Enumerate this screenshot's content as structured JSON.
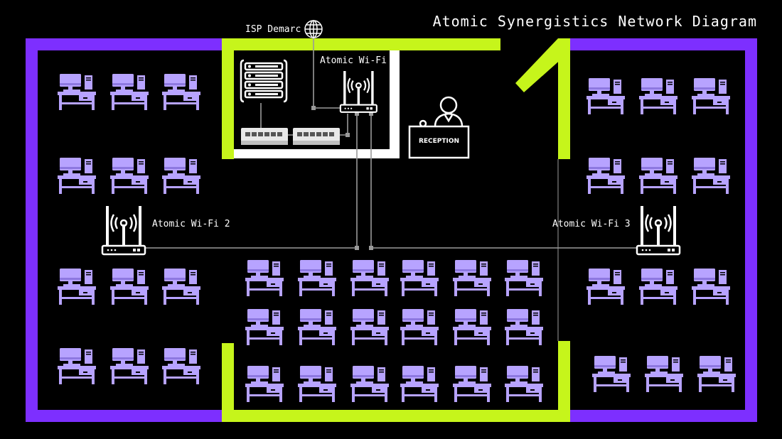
{
  "title": "Atomic Synergistics Network Diagram",
  "labels": {
    "isp_demarc": "ISP Demarc",
    "wifi_main": "Atomic Wi-Fi",
    "wifi_2": "Atomic Wi-Fi 2",
    "wifi_3": "Atomic Wi-Fi 3",
    "reception": "RECEPTION"
  },
  "colors": {
    "outer_wall": "#7d2fff",
    "inner_wall": "#c6f51b",
    "desk": "#b7a3ff",
    "line": "#9a9a9a",
    "background": "#000000"
  },
  "icons": [
    "globe-icon",
    "server-rack-icon",
    "switch-icon",
    "router-icon",
    "receptionist-icon",
    "workstation-icon"
  ]
}
